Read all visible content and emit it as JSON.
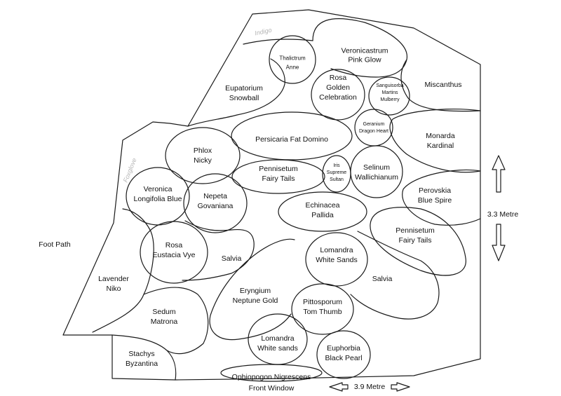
{
  "labels": {
    "foot_path": "Foot Path",
    "front_window": "Front Window",
    "height_dim": "3.3 Metre",
    "width_dim": "3.9 Metre",
    "faint_indigo": "Indigo",
    "faint_left": "Foxglove"
  },
  "plants": {
    "thalictrum": [
      "Thalictrum",
      "Anne"
    ],
    "veronicastrum": [
      "Veronicastrum",
      "Pink Glow"
    ],
    "eupatorium": [
      "Eupatorium",
      "Snowball"
    ],
    "rosa_golden": [
      "Rosa",
      "Golden",
      "Celebration"
    ],
    "sanguisorba": [
      "Sanguisorba",
      "Martins",
      "Mulberry"
    ],
    "miscanthus": [
      "Miscanthus"
    ],
    "geranium": [
      "Geranium",
      "Dragon Heart"
    ],
    "persicaria": [
      "Persicaria Fat Domino"
    ],
    "monarda": [
      "Monarda",
      "Kardinal"
    ],
    "phlox": [
      "Phlox",
      "Nicky"
    ],
    "pennisetum_1": [
      "Pennisetum",
      "Fairy Tails"
    ],
    "iris": [
      "Iris",
      "Supreme",
      "Sultan"
    ],
    "selinum": [
      "Selinum",
      "Wallichianum"
    ],
    "veronica": [
      "Veronica",
      "Longifolia Blue"
    ],
    "nepeta": [
      "Nepeta",
      "Govaniana"
    ],
    "echinacea": [
      "Echinacea",
      "Pallida"
    ],
    "perovskia": [
      "Perovskia",
      "Blue Spire"
    ],
    "pennisetum_2": [
      "Pennisetum",
      "Fairy Tails"
    ],
    "rosa_eustacia": [
      "Rosa",
      "Eustacia Vye"
    ],
    "salvia_1": [
      "Salvia"
    ],
    "lomandra_1": [
      "Lomandra",
      "White Sands"
    ],
    "salvia_2": [
      "Salvia"
    ],
    "lavender": [
      "Lavender",
      "Niko"
    ],
    "eryngium": [
      "Eryngium",
      "Neptune Gold"
    ],
    "pittosporum": [
      "Pittosporum",
      "Tom Thumb"
    ],
    "sedum": [
      "Sedum",
      "Matrona"
    ],
    "lomandra_2": [
      "Lomandra",
      "White sands"
    ],
    "euphorbia": [
      "Euphorbia",
      "Black Pearl"
    ],
    "stachys": [
      "Stachys",
      "Byzantina"
    ],
    "ophiopogon": [
      "Ophiopogon Nigrescens"
    ]
  }
}
